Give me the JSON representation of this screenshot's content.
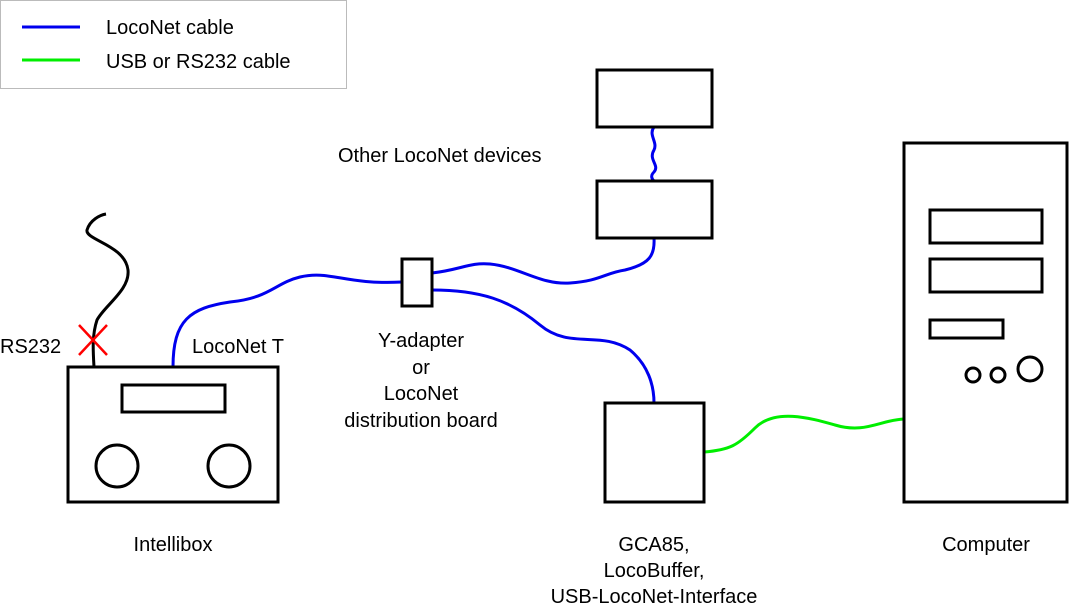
{
  "legend": {
    "items": [
      {
        "label": "LocoNet cable",
        "color": "#0000ee"
      },
      {
        "label": "USB or RS232 cable",
        "color": "#00ee00"
      }
    ]
  },
  "colors": {
    "loconet": "#0000ee",
    "usb": "#00ee00",
    "outline": "#000000",
    "disabled_mark": "#ff0000"
  },
  "labels": {
    "other_devices": "Other LocoNet devices",
    "rs232": "RS232",
    "loconet_t": "LocoNet T",
    "y_adapter": [
      "Y-adapter",
      "or",
      "LocoNet",
      "distribution board"
    ],
    "intellibox": "Intellibox",
    "interface": [
      "GCA85,",
      "LocoBuffer,",
      "USB-LocoNet-Interface"
    ],
    "computer": "Computer"
  },
  "icons": {
    "rs232_disabled": "cross-icon"
  }
}
